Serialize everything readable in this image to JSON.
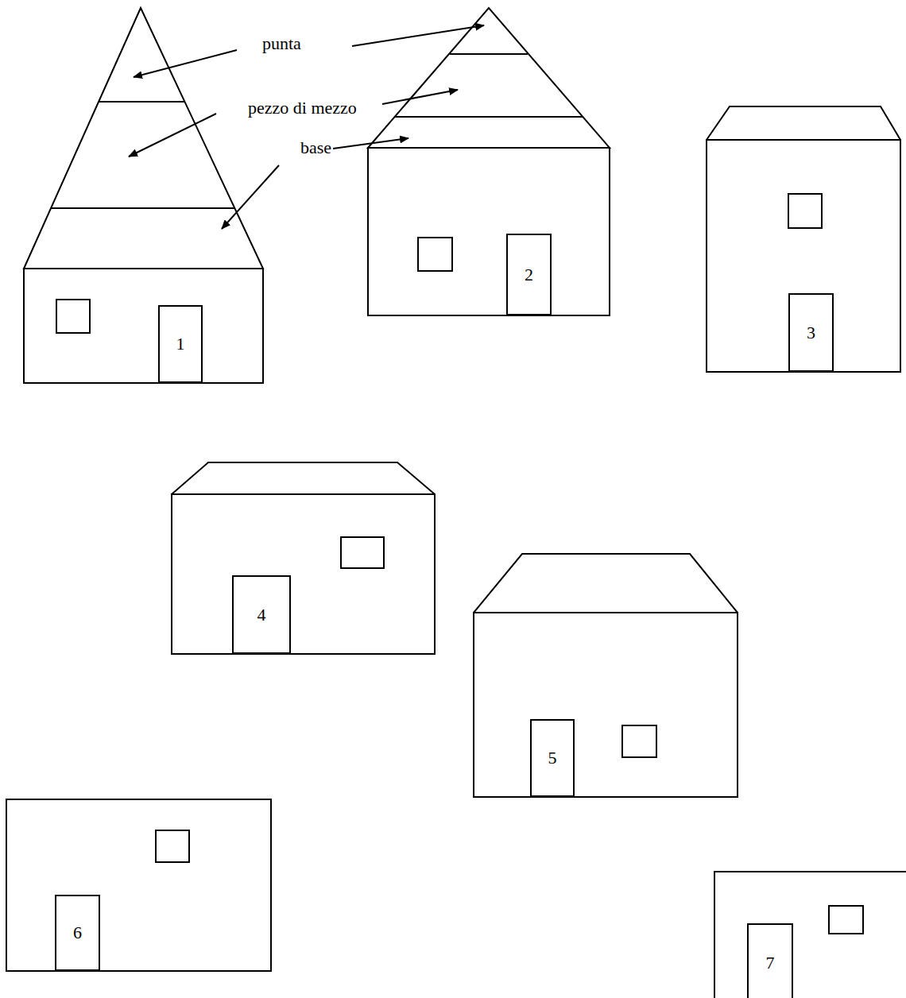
{
  "diagram": {
    "nodes": [
      {
        "text": [
          "1"
        ]
      },
      {
        "text": [
          "2"
        ]
      },
      {
        "text": [
          "3"
        ]
      },
      {
        "text": [
          "4"
        ]
      },
      {
        "text": [
          "5"
        ]
      },
      {
        "text": [
          "6"
        ]
      },
      {
        "text": [
          "7"
        ]
      }
    ],
    "labels": [
      "punta",
      "pezzo di mezzo",
      "base"
    ]
  }
}
